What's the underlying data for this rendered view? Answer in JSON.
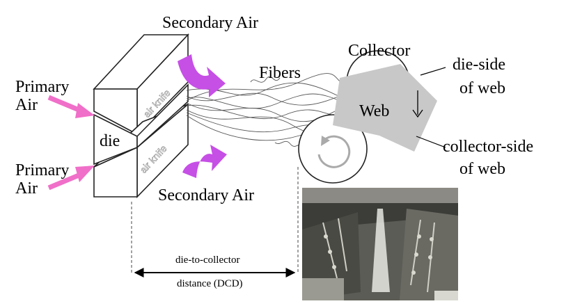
{
  "labels": {
    "secondary_air_top": "Secondary Air",
    "secondary_air_bottom": "Secondary Air",
    "primary_air_top": "Primary Air",
    "primary_air_bottom": "Primary Air",
    "die": "die",
    "air_knife_top": "air knife",
    "air_knife_bottom": "air knife",
    "fibers": "Fibers",
    "collector": "Collector",
    "web": "Web",
    "die_side_line1": "die-side",
    "die_side_line2": "of web",
    "collector_side_line1": "collector-side",
    "collector_side_line2": "of web",
    "dcd_line1": "die-to-collector",
    "dcd_line2": "distance (DCD)"
  },
  "colors": {
    "primary_air_arrow": "#f06fc8",
    "secondary_air_arrow": "#c64fe6",
    "web_fill": "#c8c8c8",
    "line": "#222222"
  }
}
